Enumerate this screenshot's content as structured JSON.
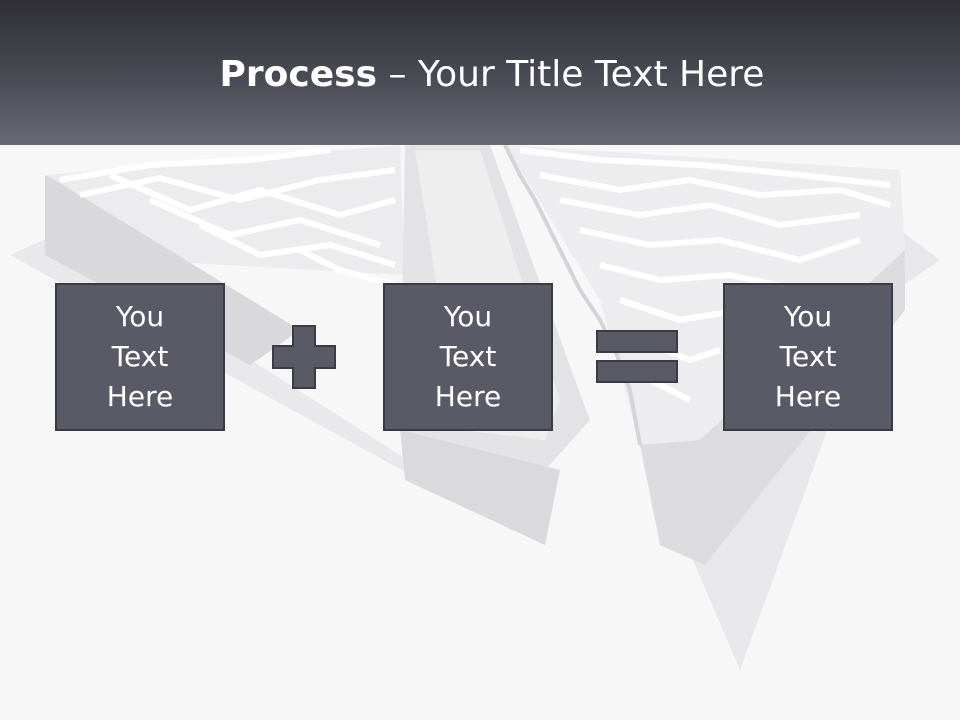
{
  "slide": {
    "title_bold": "Process",
    "title_rest": " – Your Title Text Here",
    "boxes": [
      {
        "label": "You Text Here"
      },
      {
        "label": "You Text Here"
      },
      {
        "label": "You Text Here"
      }
    ],
    "operators": [
      "plus-icon",
      "equals-icon"
    ]
  },
  "colors": {
    "header_dark": "#2f2f35",
    "header_light": "#6a6a75",
    "box_fill": "#5a5966",
    "box_border": "#3b3b44",
    "background": "#f7f7f8"
  }
}
